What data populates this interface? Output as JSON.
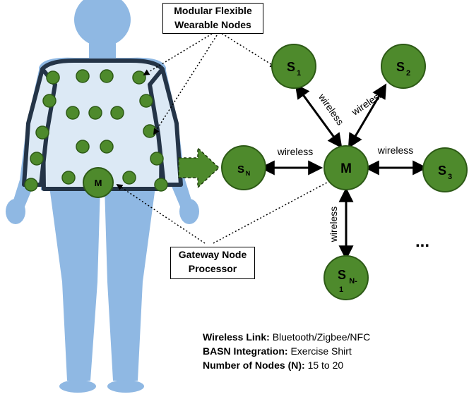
{
  "callouts": {
    "modular_line1": "Modular Flexible",
    "modular_line2": "Wearable Nodes",
    "gateway_line1": "Gateway Node",
    "gateway_line2": "Processor"
  },
  "nodes": {
    "master": "M",
    "body_master": "M",
    "s1_main": "S",
    "s1_sub": "1",
    "s2_main": "S",
    "s2_sub": "2",
    "s3_main": "S",
    "s3_sub": "3",
    "sn_main": "S",
    "sn_sub": "N",
    "snm1_main": "S",
    "snm1_sub": "N-",
    "snm1_extra": "1"
  },
  "links": {
    "s1": "wireless",
    "s2": "wireless",
    "sn": "wireless",
    "s3": "wireless",
    "snm1": "wireless"
  },
  "ellipsis": "...",
  "info": {
    "link_label": "Wireless Link:",
    "link_value": "Bluetooth/Zigbee/NFC",
    "basn_label": "BASN Integration:",
    "basn_value": "Exercise Shirt",
    "count_label": "Number of Nodes (N):",
    "count_value": "15 to 20"
  },
  "colors": {
    "node_fill": "#4e8a2c",
    "node_stroke": "#2d5a16",
    "body": "#8fb8e3",
    "shirt": "#dce9f5"
  }
}
